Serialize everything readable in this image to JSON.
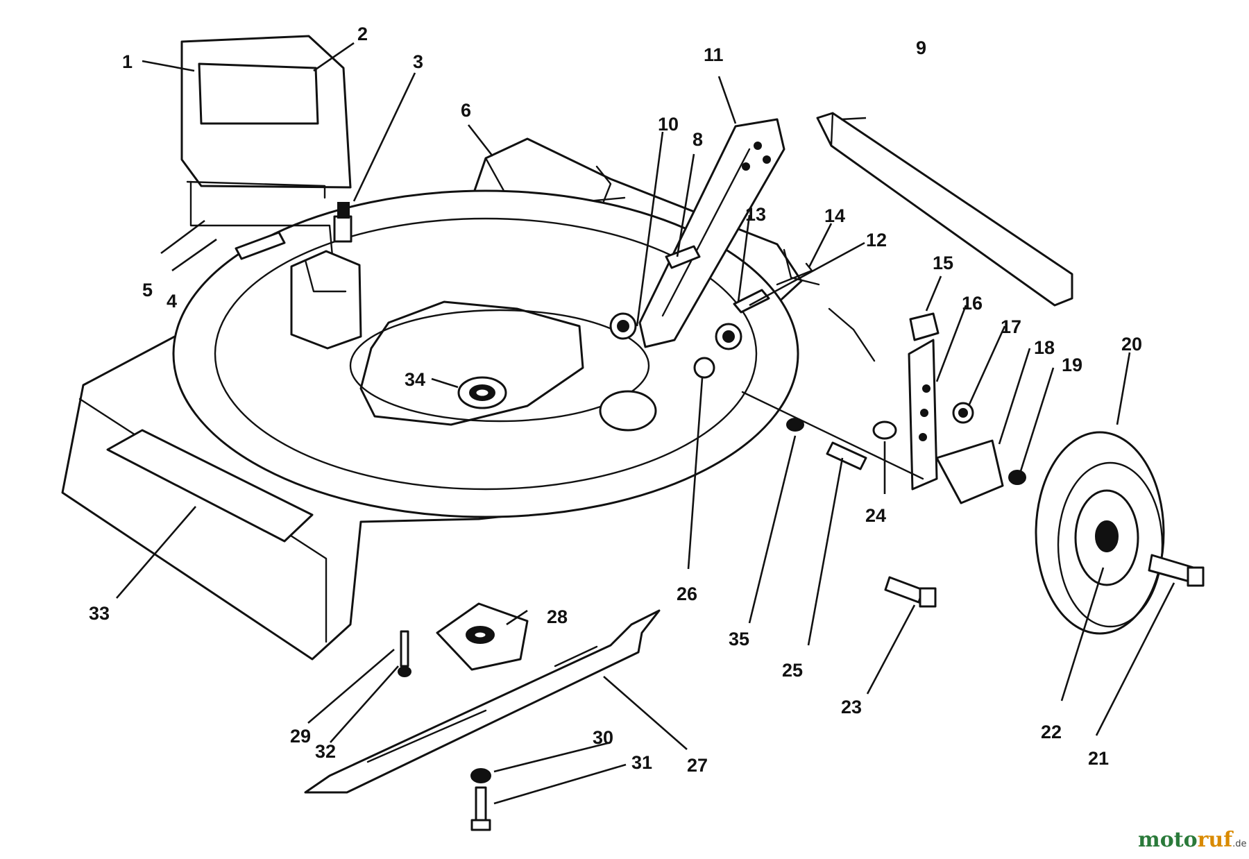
{
  "callouts": [
    "1",
    "2",
    "3",
    "4",
    "5",
    "6",
    "8",
    "9",
    "10",
    "11",
    "12",
    "13",
    "14",
    "15",
    "16",
    "17",
    "18",
    "19",
    "20",
    "21",
    "22",
    "23",
    "24",
    "25",
    "26",
    "27",
    "28",
    "29",
    "30",
    "31",
    "32",
    "33",
    "34",
    "35"
  ],
  "watermark": {
    "text_a": "moto",
    "text_b": "ruf",
    "text_c": ".de",
    "color_a": "#2a7a3a",
    "color_b": "#d98a00",
    "color_c": "#444444"
  }
}
